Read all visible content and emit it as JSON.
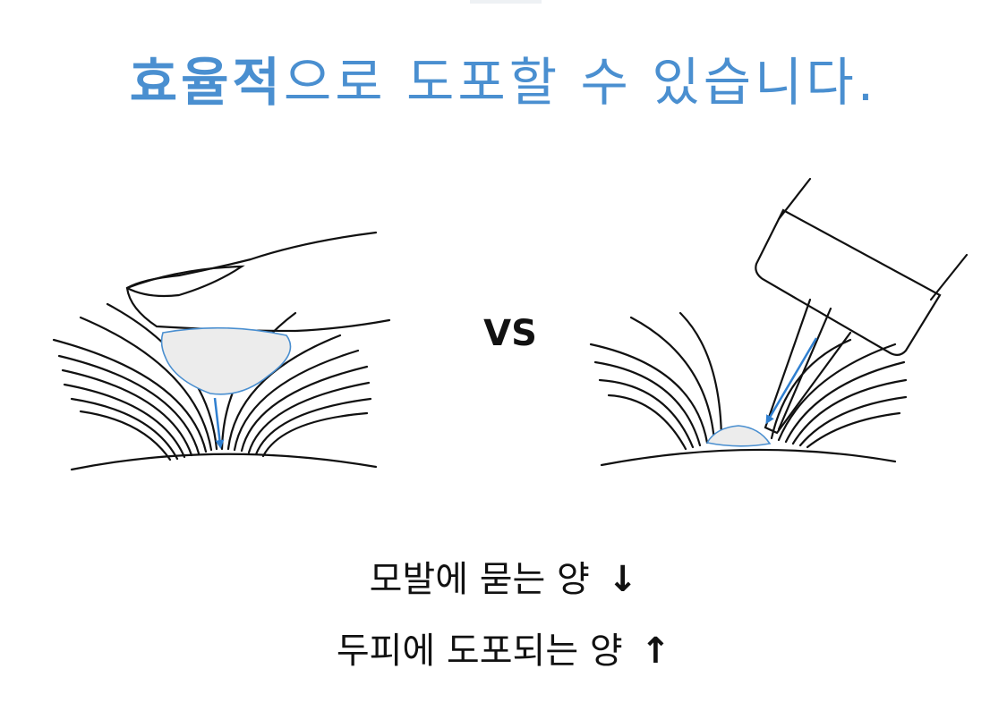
{
  "headline": {
    "emphasis": "효율적",
    "rest": "으로 도포할 수 있습니다."
  },
  "vs_label": "VS",
  "captions": [
    {
      "text": "모발에 묻는 양",
      "arrow": "↓"
    },
    {
      "text": "두피에 도포되는 양",
      "arrow": "↑"
    }
  ],
  "colors": {
    "accent": "#4a8fd0",
    "line": "#111111",
    "drop_fill": "#ececec",
    "arrow_blue": "#2f7fd0"
  }
}
